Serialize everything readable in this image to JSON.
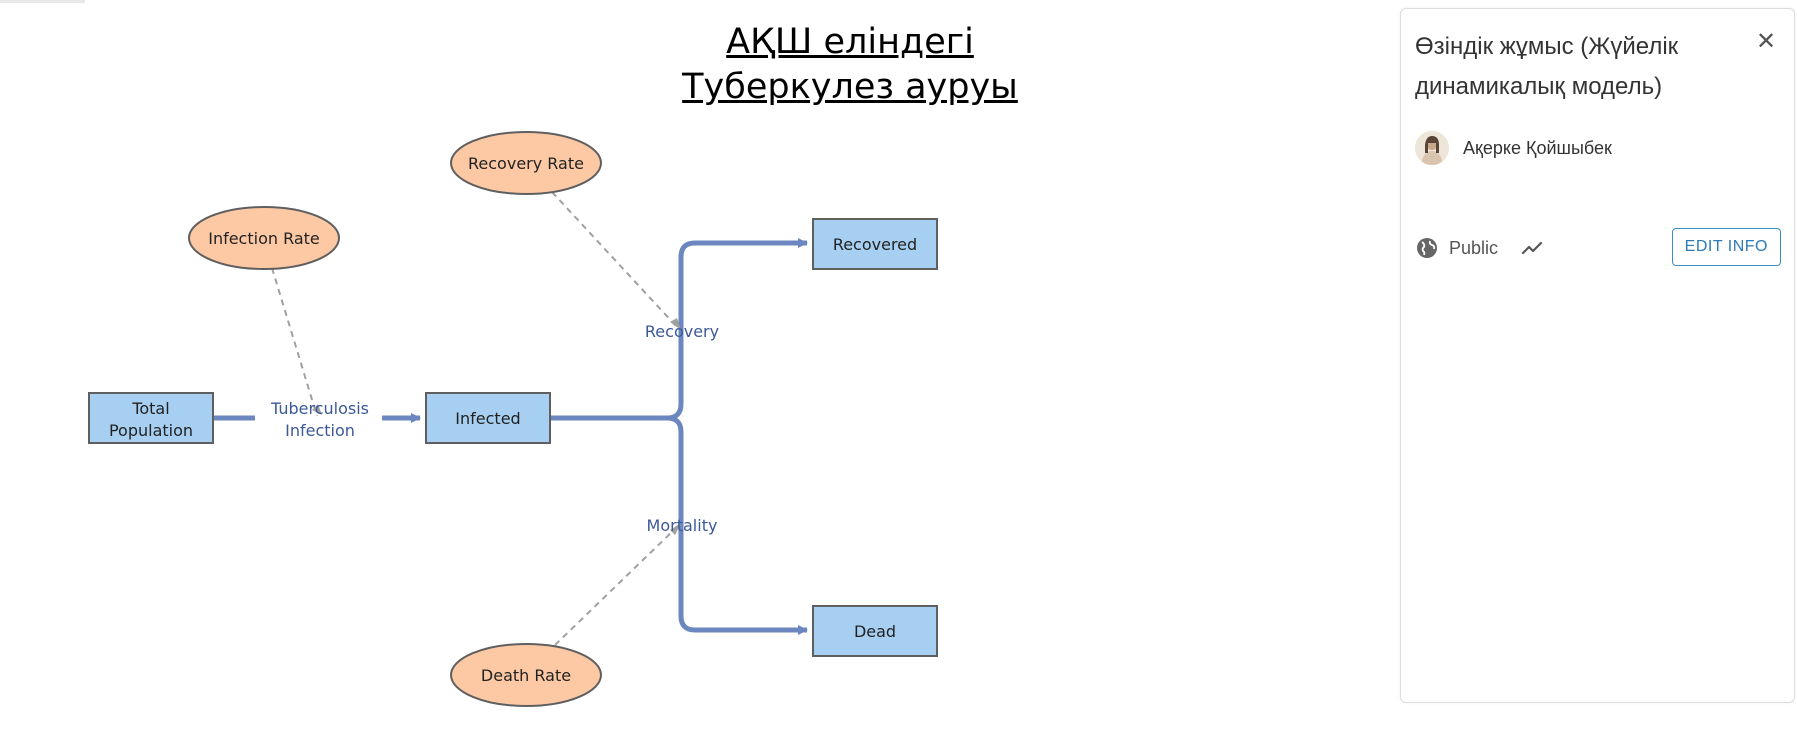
{
  "diagram": {
    "title_line1": "АҚШ еліндегі",
    "title_line2": "Туберкулез ауруы",
    "stocks": {
      "total_population": [
        "Total",
        "Population"
      ],
      "infected": "Infected",
      "recovered": "Recovered",
      "dead": "Dead"
    },
    "variables": {
      "infection_rate": "Infection Rate",
      "recovery_rate": "Recovery Rate",
      "death_rate": "Death Rate"
    },
    "flows": {
      "tuberculosis_infection": [
        "Tuberculosis",
        "Infection"
      ],
      "recovery": "Recovery",
      "mortality": "Mortality"
    },
    "colors": {
      "stock_fill": "#a6cff2",
      "stock_stroke": "#5f5f5f",
      "variable_fill": "#fdc9a4",
      "flow_stroke": "#6c87bf",
      "link_stroke": "#a0a0a0",
      "flow_label": "#3b5998"
    }
  },
  "panel": {
    "title": "Өзіндік жұмыс (Жүйелік динамикалық модель)",
    "close_icon": "close-icon",
    "author_name": "Ақерке Қойшыбек",
    "visibility_label": "Public",
    "visibility_icon": "globe-icon",
    "trend_icon": "trend-icon",
    "edit_button_label": "EDIT INFO",
    "accent_color": "#2c7ab8"
  }
}
